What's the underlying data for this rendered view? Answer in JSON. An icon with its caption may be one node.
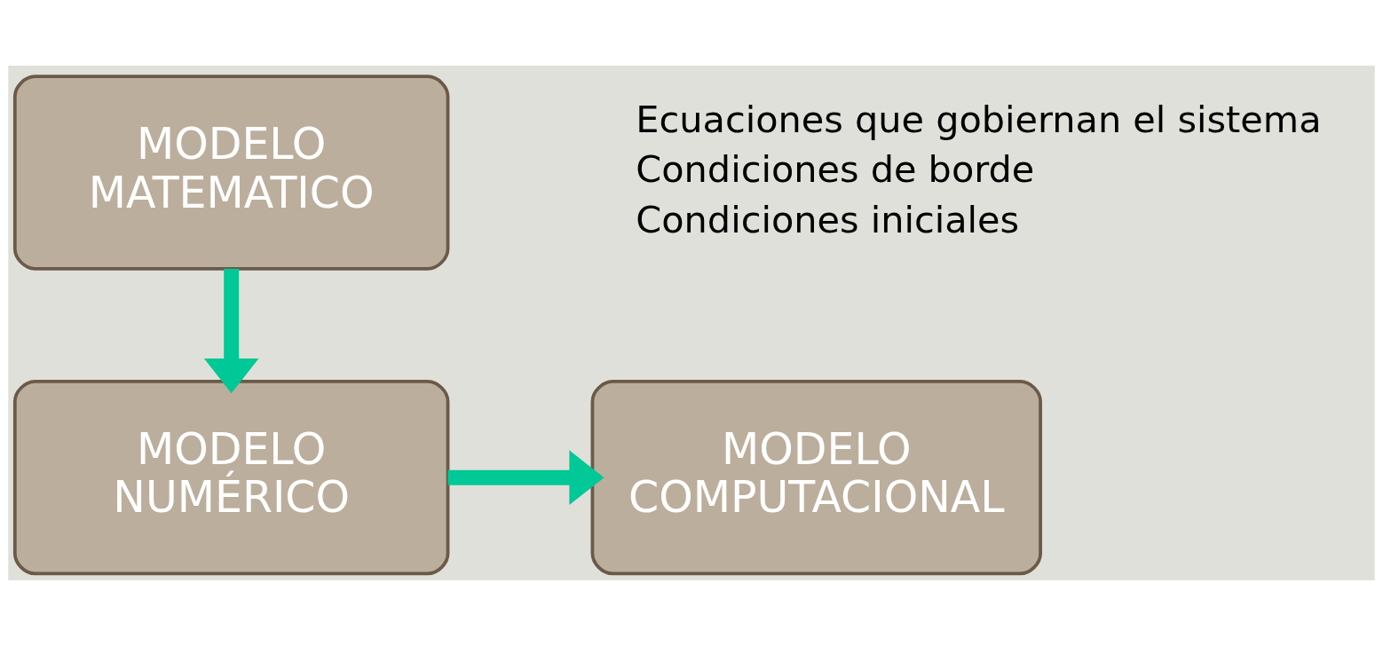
{
  "diagram": {
    "nodes": [
      {
        "text": [
          "MODELO MATEMATICO"
        ]
      },
      {
        "text": [
          "MODELO NUMÉRICO"
        ]
      },
      {
        "text": [
          "MODELO COMPUTACIONAL"
        ]
      }
    ],
    "edges": [
      {
        "from": 0,
        "to": 1,
        "arrow": "to"
      },
      {
        "from": 1,
        "to": 2,
        "arrow": "to"
      }
    ],
    "labels": [
      "Ecuaciones que gobiernan el sistema",
      "Condiciones de borde",
      "Condiciones iniciales"
    ]
  }
}
